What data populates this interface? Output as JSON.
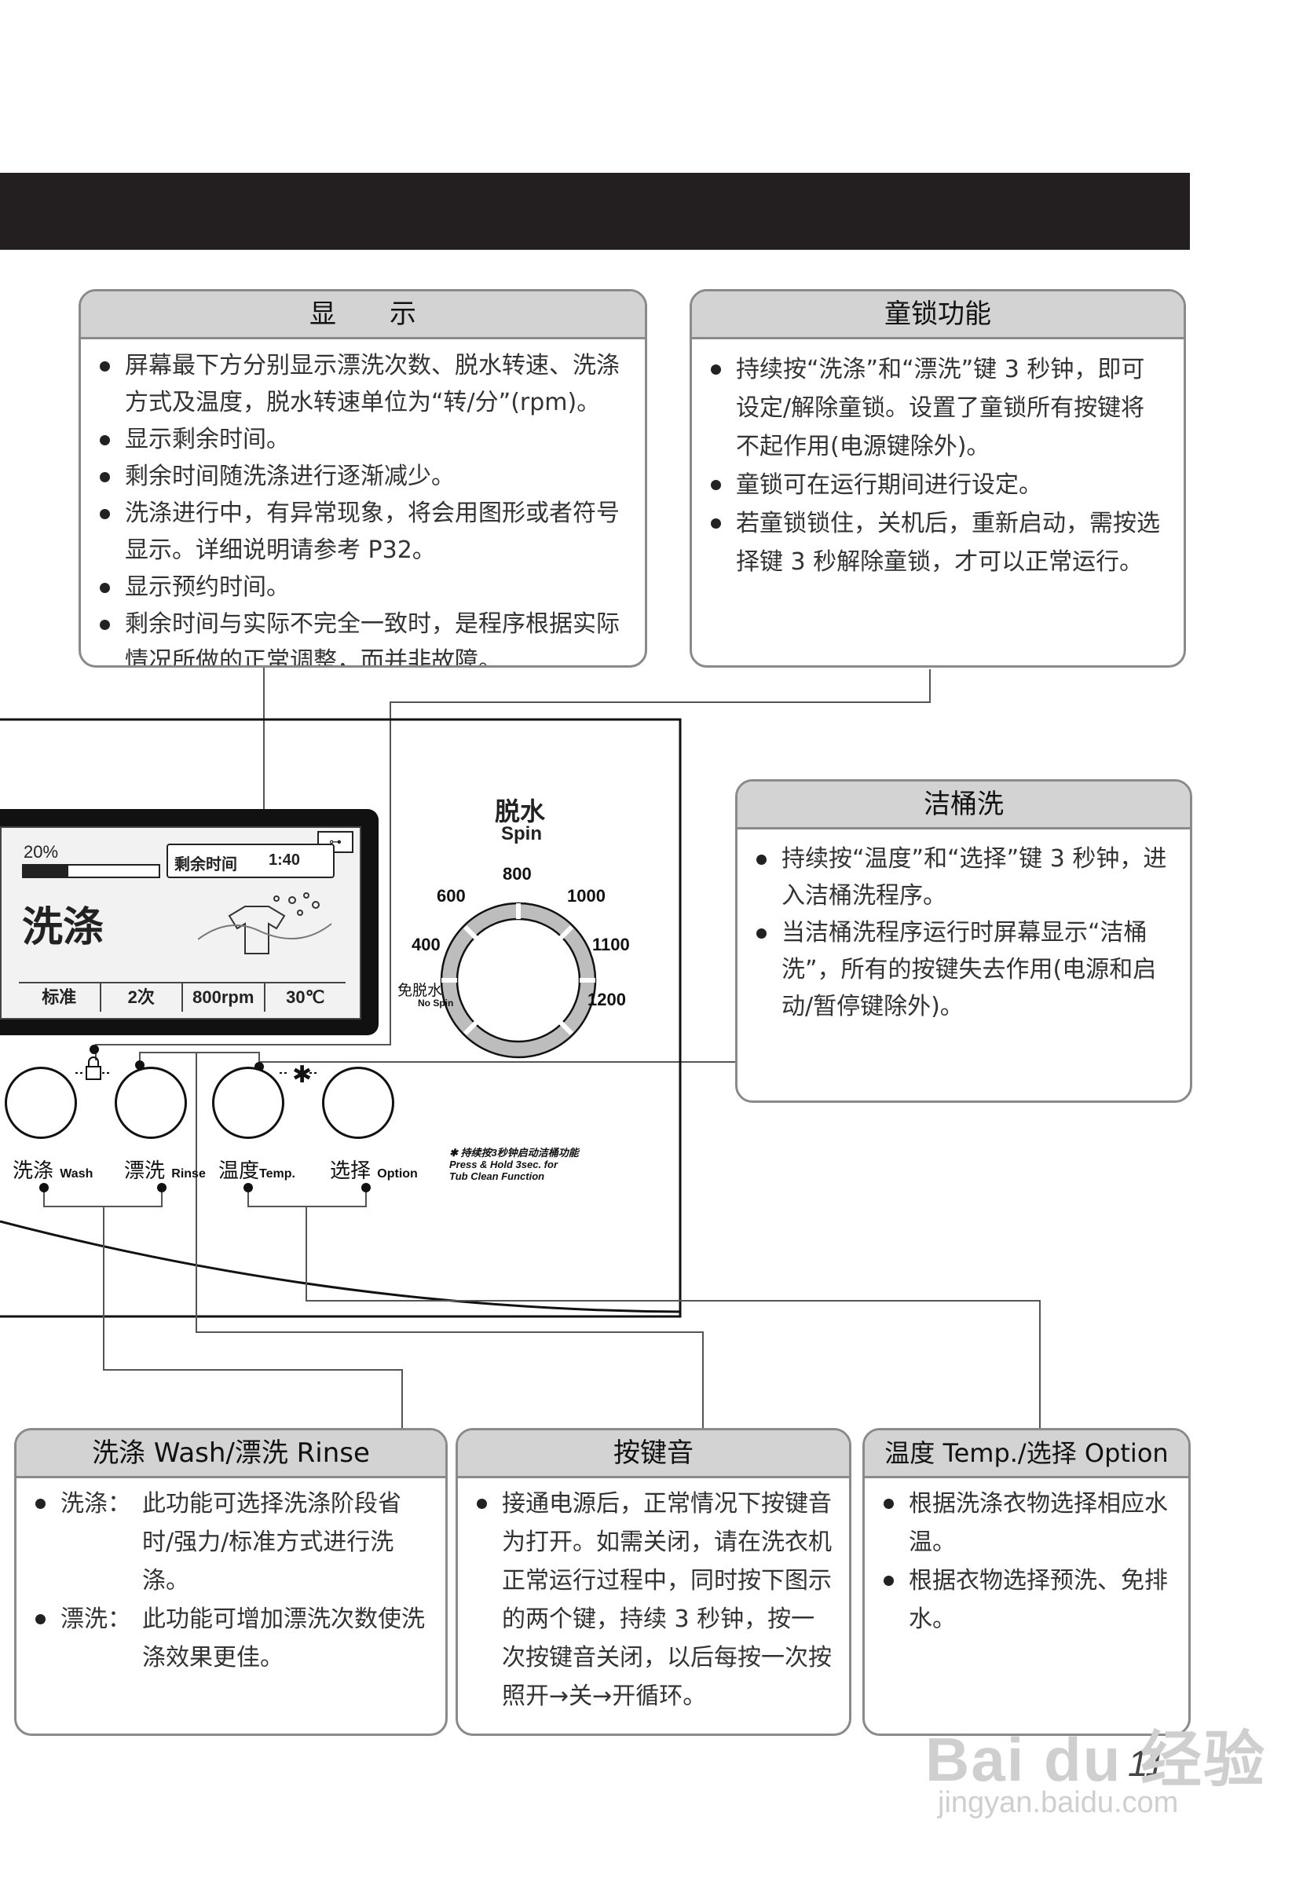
{
  "display_box": {
    "title": "显　　示",
    "items": [
      "屏幕最下方分别显示漂洗次数、脱水转速、洗涤方式及温度，脱水转速单位为“转/分”(rpm)。",
      "显示剩余时间。",
      "剩余时间随洗涤进行逐渐减少。",
      "洗涤进行中，有异常现象，将会用图形或者符号显示。详细说明请参考 P32。",
      "显示预约时间。",
      "剩余时间与实际不完全一致时，是程序根据实际情况所做的正常调整，而并非故障。"
    ]
  },
  "child_lock_box": {
    "title": "童锁功能",
    "items": [
      "持续按“洗涤”和“漂洗”键 3 秒钟，即可设定/解除童锁。设置了童锁所有按键将不起作用(电源键除外)。",
      "童锁可在运行期间进行设定。",
      "若童锁锁住，关机后，重新启动，需按选择键 3 秒解除童锁，才可以正常运行。"
    ]
  },
  "tub_clean_box": {
    "title": "洁桶洗",
    "items": [
      "持续按“温度”和“选择”键 3 秒钟，进入洁桶洗程序。",
      "当洁桶洗程序运行时屏幕显示“洁桶洗”，所有的按键失去作用(电源和启动/暂停键除外)。"
    ]
  },
  "wash_rinse_box": {
    "title": "洗涤 Wash/漂洗 Rinse",
    "items": [
      {
        "key": "洗涤：",
        "text": "此功能可选择洗涤阶段省时/强力/标准方式进行洗涤。"
      },
      {
        "key": "漂洗：",
        "text": "此功能可增加漂洗次数使洗涤效果更佳。"
      }
    ]
  },
  "key_sound_box": {
    "title": "按键音",
    "items": [
      "接通电源后，正常情况下按键音为打开。如需关闭，请在洗衣机正常运行过程中，同时按下图示的两个键，持续 3 秒钟，按一次按键音关闭，以后每按一次按照开→关→开循环。"
    ]
  },
  "temp_option_box": {
    "title": "温度 Temp./选择 Option",
    "items": [
      "根据洗涤衣物选择相应水温。",
      "根据衣物选择预洗、免排水。"
    ]
  },
  "lcd": {
    "percent": "20%",
    "progress": 0.33,
    "remain_label": "剩余时间",
    "remain_value": "1:40",
    "mode": "洗涤",
    "bottom": [
      "标准",
      "2次",
      "800rpm",
      "30℃"
    ]
  },
  "spin": {
    "title_cn": "脱水",
    "title_en": "Spin",
    "speeds": [
      "800",
      "600",
      "1000",
      "400",
      "1100",
      "1200"
    ],
    "no_spin_cn": "免脱水",
    "no_spin_en": "No Spin"
  },
  "buttons": [
    {
      "cn": "洗涤",
      "en": "Wash"
    },
    {
      "cn": "漂洗",
      "en": "Rinse"
    },
    {
      "cn": "温度",
      "en": "Temp."
    },
    {
      "cn": "选择",
      "en": "Option"
    }
  ],
  "tub_note": [
    "✱ 持续按3秒钟启动洁桶功能",
    "Press & Hold 3sec. for",
    "Tub Clean Function"
  ],
  "page_number": "11",
  "watermark": {
    "brand": "Bai du 经验",
    "url": "jingyan.baidu.com"
  }
}
